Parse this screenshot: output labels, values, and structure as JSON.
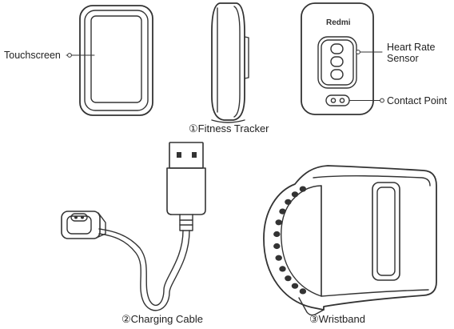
{
  "figure": {
    "tracker": {
      "brand_text": "Redmi",
      "touchscreen_label": "Touchscreen",
      "heart_rate_label_line1": "Heart Rate",
      "heart_rate_label_line2": "Sensor",
      "contact_point_label": "Contact Point",
      "caption_number": "①",
      "caption": "Fitness Tracker"
    },
    "cable": {
      "caption_number": "②",
      "caption": "Charging Cable"
    },
    "wristband": {
      "caption_number": "③",
      "caption": "Wristband"
    }
  },
  "style": {
    "line_color": "#333333",
    "background": "#ffffff"
  }
}
